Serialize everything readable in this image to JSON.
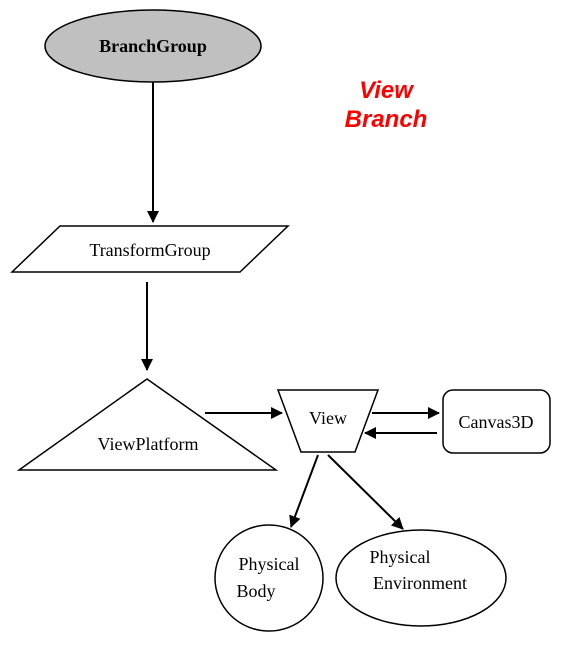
{
  "title": {
    "line1": "View",
    "line2": "Branch",
    "color": "#ff0000"
  },
  "nodes": {
    "branch_group": {
      "label": "BranchGroup",
      "fill": "#c0c0c0"
    },
    "transform_group": {
      "label": "TransformGroup"
    },
    "view_platform": {
      "label": "ViewPlatform"
    },
    "view": {
      "label": "View"
    },
    "canvas3d": {
      "label": "Canvas3D"
    },
    "physical_body": {
      "line1": "Physical",
      "line2": "Body"
    },
    "physical_environment": {
      "line1": "Physical",
      "line2": "Environment"
    }
  },
  "edges": [
    {
      "from": "BranchGroup",
      "to": "TransformGroup"
    },
    {
      "from": "TransformGroup",
      "to": "ViewPlatform"
    },
    {
      "from": "ViewPlatform",
      "to": "View"
    },
    {
      "from": "View",
      "to": "Canvas3D"
    },
    {
      "from": "Canvas3D",
      "to": "View"
    },
    {
      "from": "View",
      "to": "Physical Body"
    },
    {
      "from": "View",
      "to": "Physical Environment"
    }
  ]
}
